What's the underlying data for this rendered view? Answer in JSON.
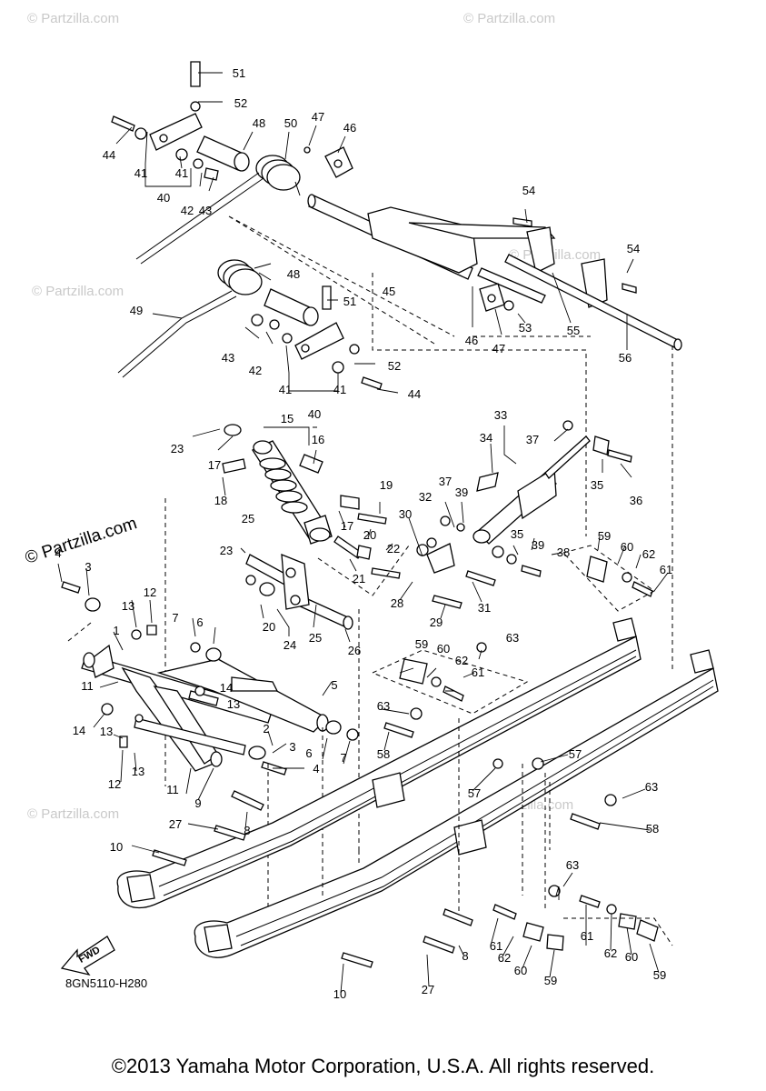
{
  "watermarks": {
    "main": "© Partzilla.com",
    "faint": "© Partzilla.com"
  },
  "diagram_code": "8GN5110-H280",
  "fwd_label": "FWD",
  "copyright": "©2013 Yamaha Motor Corporation, U.S.A. All rights reserved.",
  "callouts": [
    "1",
    "2",
    "3",
    "4",
    "5",
    "6",
    "7",
    "8",
    "9",
    "10",
    "11",
    "12",
    "13",
    "14",
    "15",
    "16",
    "17",
    "18",
    "19",
    "20",
    "21",
    "22",
    "23",
    "24",
    "25",
    "26",
    "27",
    "28",
    "29",
    "30",
    "31",
    "32",
    "33",
    "34",
    "35",
    "36",
    "37",
    "38",
    "39",
    "40",
    "41",
    "42",
    "43",
    "44",
    "45",
    "46",
    "47",
    "48",
    "49",
    "50",
    "51",
    "52",
    "53",
    "54",
    "55",
    "56",
    "57",
    "58",
    "59",
    "60",
    "61",
    "62",
    "63"
  ]
}
